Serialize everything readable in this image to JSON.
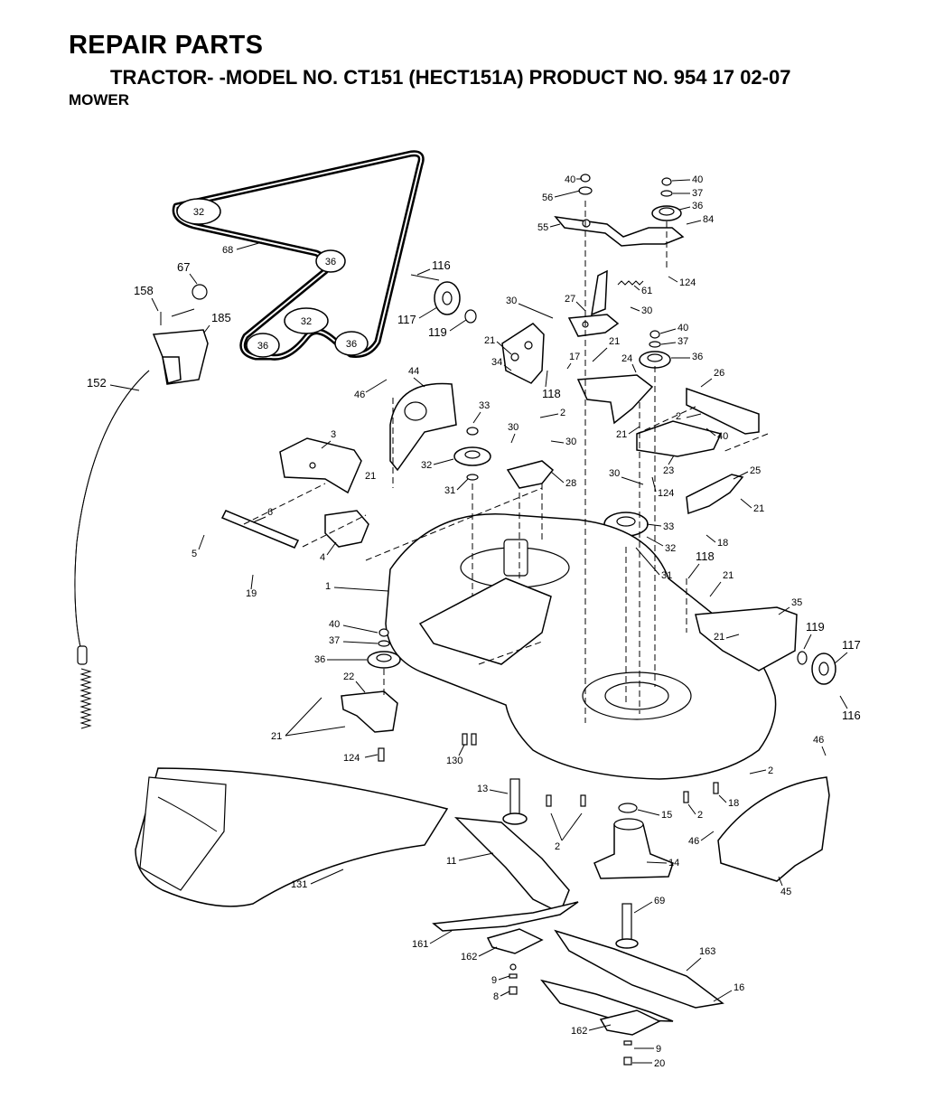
{
  "header": {
    "title": "REPAIR PARTS",
    "subtitle": "TRACTOR- -MODEL NO. CT151 (HECT151A) PRODUCT NO. 954 17 02-07",
    "section": "MOWER"
  },
  "pulley_labels": {
    "upper": "32",
    "mid": "36",
    "center": "32",
    "left": "36",
    "right": "36"
  },
  "callouts": {
    "c40a": "40",
    "c56": "56",
    "c55": "55",
    "c40b": "40",
    "c37a": "37",
    "c36a": "36",
    "c84": "84",
    "c124a": "124",
    "c61": "61",
    "c116a": "116",
    "c67": "67",
    "c158": "158",
    "c185": "185",
    "c68": "68",
    "c117a": "117",
    "c119a": "119",
    "c30a": "30",
    "c27": "27",
    "c30b": "30",
    "c40c": "40",
    "c37b": "37",
    "c36b": "36",
    "c21a": "21",
    "c17": "17",
    "c21b": "21",
    "c24": "24",
    "c26": "26",
    "c34": "34",
    "c118a": "118",
    "c152": "152",
    "c46a": "46",
    "c44": "44",
    "c33a": "33",
    "c2a": "2",
    "c30c": "30",
    "c30d": "30",
    "c2b": "2",
    "c40d": "40",
    "c21c": "21",
    "c3": "3",
    "c32a": "32",
    "c23": "23",
    "c25": "25",
    "c21d": "21",
    "c31a": "31",
    "c28": "28",
    "c30e": "30",
    "c124b": "124",
    "c21e": "21",
    "c6": "6",
    "c5": "5",
    "c4": "4",
    "c33b": "33",
    "c18a": "18",
    "c32b": "32",
    "c118b": "118",
    "c31b": "31",
    "c21f": "21",
    "c19": "19",
    "c1": "1",
    "c35": "35",
    "c40e": "40",
    "c37c": "37",
    "c36c": "36",
    "c22": "22",
    "c21g": "21",
    "c119b": "119",
    "c117b": "117",
    "c116b": "116",
    "c21h": "21",
    "c124c": "124",
    "c130": "130",
    "c46b": "46",
    "c2c": "2",
    "c13": "13",
    "c18b": "18",
    "c15": "15",
    "c2d": "2",
    "c46c": "46",
    "c2e": "2",
    "c131": "131",
    "c11": "11",
    "c14": "14",
    "c45": "45",
    "c69": "69",
    "c161": "161",
    "c162a": "162",
    "c9a": "9",
    "c8": "8",
    "c163": "163",
    "c16": "16",
    "c162b": "162",
    "c9b": "9",
    "c20": "20"
  }
}
